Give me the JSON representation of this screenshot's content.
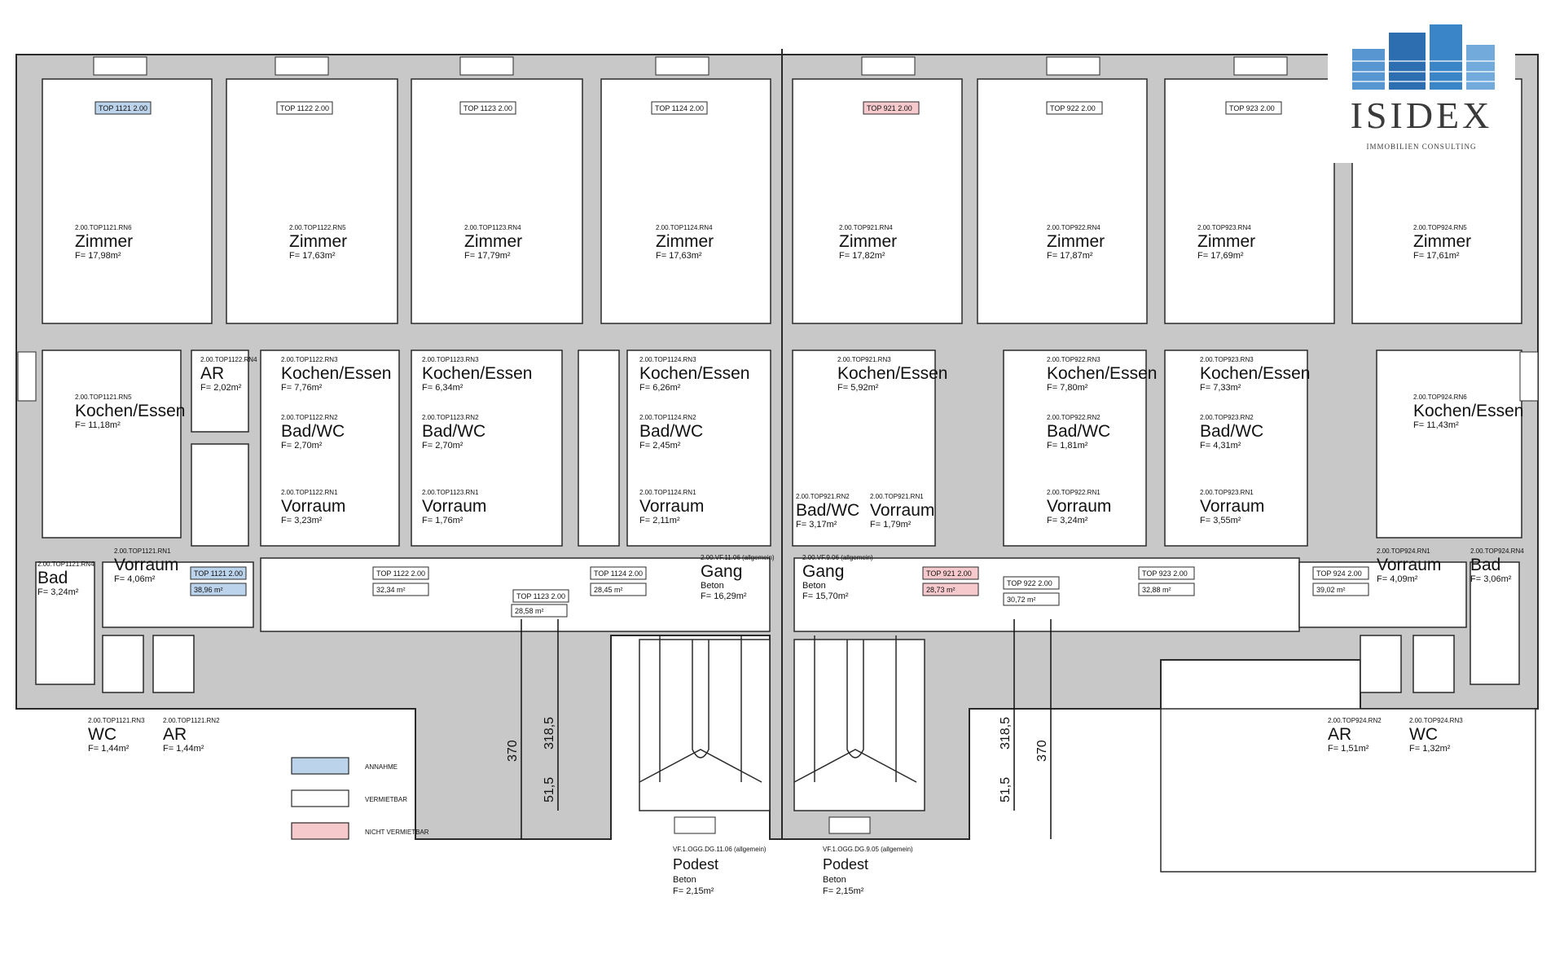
{
  "colors": {
    "wall": "#c8c8c8",
    "wall_stroke": "#2a2a2a",
    "legend_blue": "#bcd3ec",
    "legend_pink": "#f6c9cc",
    "logo_blue": "#3a84c8"
  },
  "logo": {
    "name": "ISIDEX",
    "subtitle": "IMMOBILIEN CONSULTING"
  },
  "rooms": [
    {
      "code": "2.00.TOP1121.RN6",
      "name": "Zimmer",
      "area": "F= 17,98m²"
    },
    {
      "code": "2.00.TOP1122.RN5",
      "name": "Zimmer",
      "area": "F= 17,63m²"
    },
    {
      "code": "2.00.TOP1123.RN4",
      "name": "Zimmer",
      "area": "F= 17,79m²"
    },
    {
      "code": "2.00.TOP1124.RN4",
      "name": "Zimmer",
      "area": "F= 17,63m²"
    },
    {
      "code": "2.00.TOP921.RN4",
      "name": "Zimmer",
      "area": "F= 17,82m²"
    },
    {
      "code": "2.00.TOP922.RN4",
      "name": "Zimmer",
      "area": "F= 17,87m²"
    },
    {
      "code": "2.00.TOP923.RN4",
      "name": "Zimmer",
      "area": "F= 17,69m²"
    },
    {
      "code": "2.00.TOP924.RN5",
      "name": "Zimmer",
      "area": "F= 17,61m²"
    },
    {
      "code": "2.00.TOP1121.RN5",
      "name": "Kochen/Essen",
      "area": "F= 11,18m²"
    },
    {
      "code": "2.00.TOP1122.RN4",
      "name": "AR",
      "area": "F= 2,02m²"
    },
    {
      "code": "2.00.TOP1122.RN3",
      "name": "Kochen/Essen",
      "area": "F= 7,76m²"
    },
    {
      "code": "2.00.TOP1122.RN2",
      "name": "Bad/WC",
      "area": "F= 2,70m²"
    },
    {
      "code": "2.00.TOP1122.RN1",
      "name": "Vorraum",
      "area": "F= 3,23m²"
    },
    {
      "code": "2.00.TOP1123.RN3",
      "name": "Kochen/Essen",
      "area": "F= 6,34m²"
    },
    {
      "code": "2.00.TOP1123.RN2",
      "name": "Bad/WC",
      "area": "F= 2,70m²"
    },
    {
      "code": "2.00.TOP1123.RN1",
      "name": "Vorraum",
      "area": "F= 1,76m²"
    },
    {
      "code": "2.00.TOP1124.RN3",
      "name": "Kochen/Essen",
      "area": "F= 6,26m²"
    },
    {
      "code": "2.00.TOP1124.RN2",
      "name": "Bad/WC",
      "area": "F= 2,45m²"
    },
    {
      "code": "2.00.TOP1124.RN1",
      "name": "Vorraum",
      "area": "F= 2,11m²"
    },
    {
      "code": "2.00.TOP921.RN3",
      "name": "Kochen/Essen",
      "area": "F= 5,92m²"
    },
    {
      "code": "2.00.TOP921.RN2",
      "name": "Bad/WC",
      "area": "F= 3,17m²"
    },
    {
      "code": "2.00.TOP921.RN1",
      "name": "Vorraum",
      "area": "F= 1,79m²"
    },
    {
      "code": "2.00.TOP922.RN3",
      "name": "Kochen/Essen",
      "area": "F= 7,80m²"
    },
    {
      "code": "2.00.TOP922.RN2",
      "name": "Bad/WC",
      "area": "F= 1,81m²"
    },
    {
      "code": "2.00.TOP922.RN1",
      "name": "Vorraum",
      "area": "F= 3,24m²"
    },
    {
      "code": "2.00.TOP923.RN3",
      "name": "Kochen/Essen",
      "area": "F= 7,33m²"
    },
    {
      "code": "2.00.TOP923.RN2",
      "name": "Bad/WC",
      "area": "F= 4,31m²"
    },
    {
      "code": "2.00.TOP923.RN1",
      "name": "Vorraum",
      "area": "F= 3,55m²"
    },
    {
      "code": "2.00.TOP924.RN6",
      "name": "Kochen/Essen",
      "area": "F= 11,43m²"
    },
    {
      "code": "2.00.TOP1121.RN4",
      "name": "Bad",
      "area": "F= 3,24m²"
    },
    {
      "code": "2.00.TOP1121.RN1",
      "name": "Vorraum",
      "area": "F= 4,06m²"
    },
    {
      "code": "2.00.TOP1121.RN3",
      "name": "WC",
      "area": "F= 1,44m²"
    },
    {
      "code": "2.00.TOP1121.RN2",
      "name": "AR",
      "area": "F= 1,44m²"
    },
    {
      "code": "2.00.VF.11.06 (allgemein)",
      "name": "Gang",
      "material": "Beton",
      "area": "F= 16,29m²"
    },
    {
      "code": "2.00.VF.9.06 (allgemein)",
      "name": "Gang",
      "material": "Beton",
      "area": "F= 15,70m²"
    },
    {
      "code": "2.00.TOP924.RN1",
      "name": "Vorraum",
      "area": "F= 4,09m²"
    },
    {
      "code": "2.00.TOP924.RN4",
      "name": "Bad",
      "area": "F= 3,06m²"
    },
    {
      "code": "2.00.TOP924.RN2",
      "name": "AR",
      "area": "F= 1,51m²"
    },
    {
      "code": "2.00.TOP924.RN3",
      "name": "WC",
      "area": "F= 1,32m²"
    }
  ],
  "unit_tags": [
    {
      "label": "TOP 1121 2.00",
      "fill": "blue"
    },
    {
      "label": "TOP 1122 2.00",
      "fill": "none"
    },
    {
      "label": "TOP 1123 2.00",
      "fill": "none"
    },
    {
      "label": "TOP 1124 2.00",
      "fill": "none"
    },
    {
      "label": "TOP 921 2.00",
      "fill": "pink"
    },
    {
      "label": "TOP 922 2.00",
      "fill": "none"
    },
    {
      "label": "TOP 923 2.00",
      "fill": "none"
    },
    {
      "label": "TOP 1121 2.00",
      "fill": "blue"
    },
    {
      "label": "TOP 1122 2.00",
      "fill": "none"
    },
    {
      "label": "TOP 1123 2.00",
      "fill": "none"
    },
    {
      "label": "TOP 1124 2.00",
      "fill": "none"
    },
    {
      "label": "TOP 921 2.00",
      "fill": "pink"
    },
    {
      "label": "TOP 922 2.00",
      "fill": "none"
    },
    {
      "label": "TOP 923 2.00",
      "fill": "none"
    },
    {
      "label": "TOP 924 2.00",
      "fill": "none"
    }
  ],
  "unit_areas": [
    {
      "label": "38,96 m²",
      "fill": "blue"
    },
    {
      "label": "32,34 m²",
      "fill": "none"
    },
    {
      "label": "28,58 m²",
      "fill": "none"
    },
    {
      "label": "28,45 m²",
      "fill": "none"
    },
    {
      "label": "28,73 m²",
      "fill": "pink"
    },
    {
      "label": "30,72 m²",
      "fill": "none"
    },
    {
      "label": "32,88 m²",
      "fill": "none"
    },
    {
      "label": "39,02 m²",
      "fill": "none"
    }
  ],
  "stairs": [
    {
      "code": "VF.1.OGG.DG.11.06 (allgemein)",
      "name": "Podest",
      "material": "Beton",
      "area": "F= 2,15m²"
    },
    {
      "code": "VF.1.OGG.DG.9.05 (allgemein)",
      "name": "Podest",
      "material": "Beton",
      "area": "F= 2,15m²"
    }
  ],
  "dimensions": [
    "370",
    "318,5",
    "51,5",
    "51,5",
    "318,5",
    "370"
  ],
  "legend": [
    {
      "label": "ANNAHME",
      "fill": "blue"
    },
    {
      "label": "VERMIETBAR",
      "fill": "none"
    },
    {
      "label": "NICHT VERMIETBAR",
      "fill": "pink"
    }
  ]
}
